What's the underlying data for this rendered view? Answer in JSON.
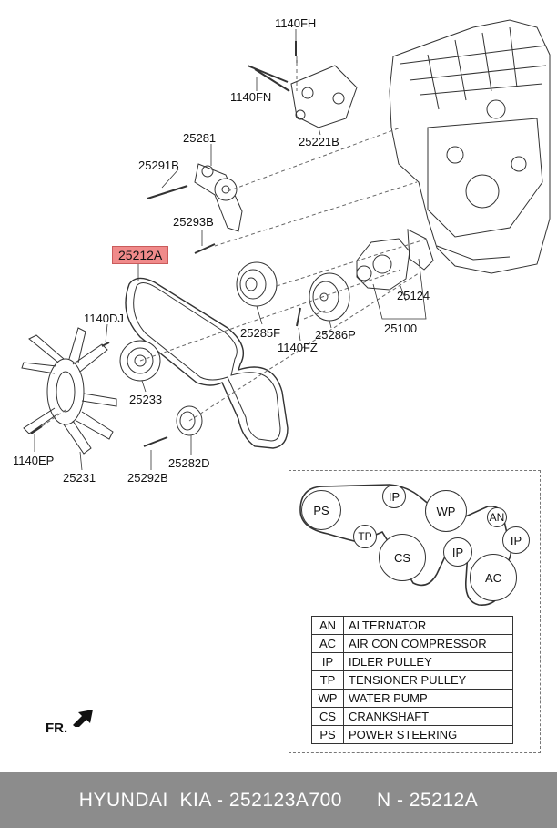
{
  "callouts": {
    "c1140fh": "1140FH",
    "c1140fn": "1140FN",
    "c25221b": "25221B",
    "c25281": "25281",
    "c25291b": "25291B",
    "c25293b": "25293B",
    "c25212a": "25212A",
    "c1140dj": "1140DJ",
    "c25285f": "25285F",
    "c1140fz": "1140FZ",
    "c25286p": "25286P",
    "c25124": "25124",
    "c25100": "25100",
    "c25233": "25233",
    "c1140ep": "1140EP",
    "c25231": "25231",
    "c25292b": "25292B",
    "c25282d": "25282D"
  },
  "belt_routing": {
    "pulleys": {
      "ps": "PS",
      "ip_top": "IP",
      "wp": "WP",
      "an": "AN",
      "tp": "TP",
      "cs": "CS",
      "ip_mid": "IP",
      "ip_right": "IP",
      "ac": "AC"
    }
  },
  "legend": [
    {
      "abbr": "AN",
      "desc": "ALTERNATOR"
    },
    {
      "abbr": "AC",
      "desc": "AIR CON COMPRESSOR"
    },
    {
      "abbr": "IP",
      "desc": "IDLER PULLEY"
    },
    {
      "abbr": "TP",
      "desc": " TENSIONER PULLEY"
    },
    {
      "abbr": "WP",
      "desc": " WATER PUMP"
    },
    {
      "abbr": "CS",
      "desc": "CRANKSHAFT"
    },
    {
      "abbr": "PS",
      "desc": "POWER STEERING"
    }
  ],
  "front_label": "FR.",
  "footer": {
    "brand": "HYUNDAI  KIA - 252123A700",
    "part": "N - 25212A"
  },
  "colors": {
    "highlight": "#f08a8a",
    "footer_bg": "#8c8c8c"
  }
}
